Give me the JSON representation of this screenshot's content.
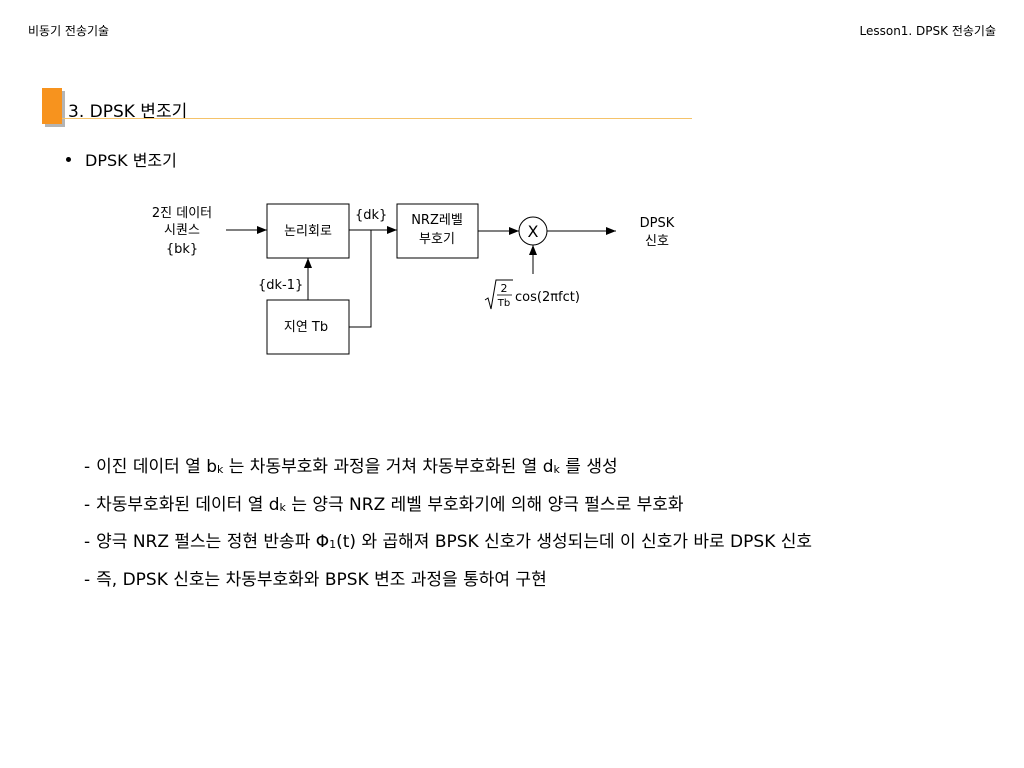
{
  "header": {
    "left": "비동기 전송기술",
    "right": "Lesson1. DPSK 전송기술"
  },
  "section": {
    "title": "3. DPSK 변조기"
  },
  "bullet": "DPSK 변조기",
  "diagram": {
    "input_label": [
      "2진 데이터",
      "시퀀스",
      "{bk}"
    ],
    "logic_block": "논리회로",
    "dk_label": "{dk}",
    "nrz_block": [
      "NRZ레벨",
      "부호기"
    ],
    "multiplier": "X",
    "output_label": [
      "DPSK",
      "신호"
    ],
    "dk1_label": "{dk-1}",
    "delay_block": "지연 Tb",
    "carrier": {
      "sqrt_num": "2",
      "sqrt_den": "Tb",
      "expr": "cos(2πfct)"
    }
  },
  "notes": [
    {
      "dash": "-",
      "parts": [
        "이진 데이터 열 b",
        "k",
        " 는 차동부호화 과정을 거쳐 차동부호화된 열 d",
        "k",
        " 를 생성"
      ]
    },
    {
      "dash": "-",
      "parts": [
        "차동부호화된 데이터 열 d",
        "k",
        " 는 양극 NRZ 레벨 부호화기에 의해 양극 펄스로 부호화"
      ]
    },
    {
      "dash": "-",
      "parts": [
        "양극 NRZ 펄스는 정현 반송파 Φ",
        "1",
        "(t) 와 곱해져 BPSK 신호가 생성되는데 이 신호가 바로 DPSK 신호"
      ]
    },
    {
      "dash": "-",
      "parts": [
        "즉, DPSK 신호는 차동부호화와 BPSK 변조 과정을 통하여 구현"
      ]
    }
  ]
}
